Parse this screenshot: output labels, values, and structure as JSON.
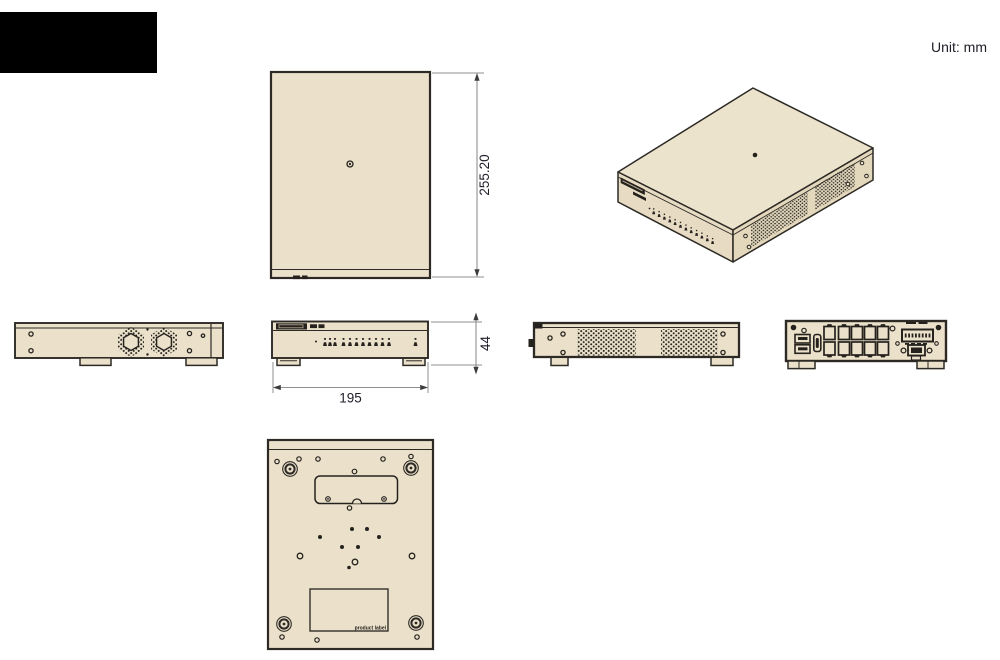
{
  "header": {
    "unit_label": "Unit: mm"
  },
  "dimensions": {
    "depth": "255.20",
    "width": "195",
    "height": "44"
  },
  "bottom_view": {
    "product_label": "product label"
  },
  "icons": {
    "logo_placeholder": "redacted-logo-block",
    "vent_pattern": "honeycomb-vent-holes",
    "led_glyph": "port-status-led",
    "rj45": "ethernet-port",
    "usb": "usb-port",
    "hdmi": "hdmi-port",
    "terminal": "terminal-block",
    "power": "power-connector",
    "foot": "rubber-foot"
  },
  "colors": {
    "background": "#ffffff",
    "chassis_fill": "#ebe1ca",
    "chassis_fill_front": "#e7dcc3",
    "chassis_fill_side": "#e3d7bc",
    "outline": "#2d2a25",
    "detail_dark": "#25221e",
    "dimension_line": "#8f8f8f",
    "dimension_text": "#20202b",
    "logo_block": "#000000"
  }
}
